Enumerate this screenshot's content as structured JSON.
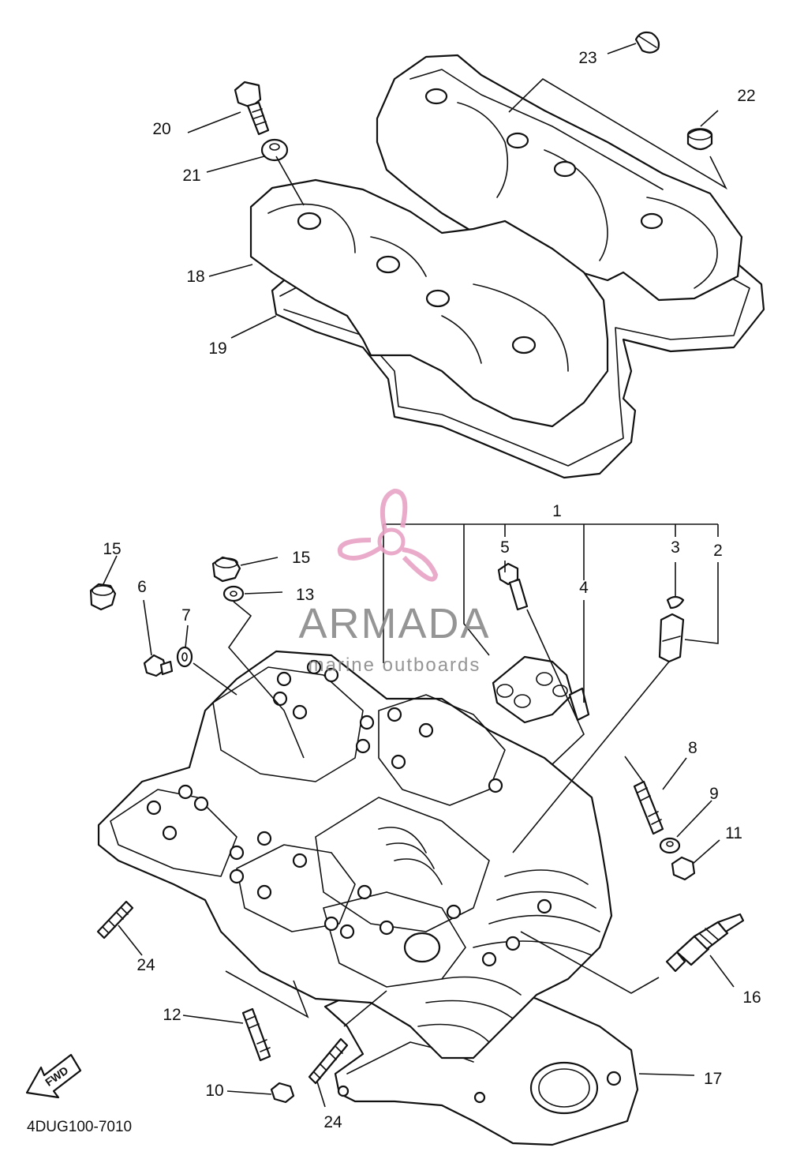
{
  "diagram": {
    "code": "4DUG100-7010",
    "fwd_label": "FWD",
    "callouts": [
      {
        "id": "c1",
        "text": "1"
      },
      {
        "id": "c2",
        "text": "2"
      },
      {
        "id": "c3",
        "text": "3"
      },
      {
        "id": "c4",
        "text": "4"
      },
      {
        "id": "c5",
        "text": "5"
      },
      {
        "id": "c6",
        "text": "6"
      },
      {
        "id": "c7",
        "text": "7"
      },
      {
        "id": "c8",
        "text": "8"
      },
      {
        "id": "c9",
        "text": "9"
      },
      {
        "id": "c10",
        "text": "10"
      },
      {
        "id": "c11",
        "text": "11"
      },
      {
        "id": "c12",
        "text": "12"
      },
      {
        "id": "c13",
        "text": "13"
      },
      {
        "id": "c15a",
        "text": "15"
      },
      {
        "id": "c15b",
        "text": "15"
      },
      {
        "id": "c16",
        "text": "16"
      },
      {
        "id": "c17",
        "text": "17"
      },
      {
        "id": "c18",
        "text": "18"
      },
      {
        "id": "c19",
        "text": "19"
      },
      {
        "id": "c20",
        "text": "20"
      },
      {
        "id": "c21",
        "text": "21"
      },
      {
        "id": "c22",
        "text": "22"
      },
      {
        "id": "c23",
        "text": "23"
      },
      {
        "id": "c24a",
        "text": "24"
      },
      {
        "id": "c24b",
        "text": "24"
      }
    ]
  },
  "watermark": {
    "name": "ARMADA",
    "tagline": "marine outboards",
    "logo_color": "#e7a3c4",
    "text_color": "#8a8a8a"
  }
}
